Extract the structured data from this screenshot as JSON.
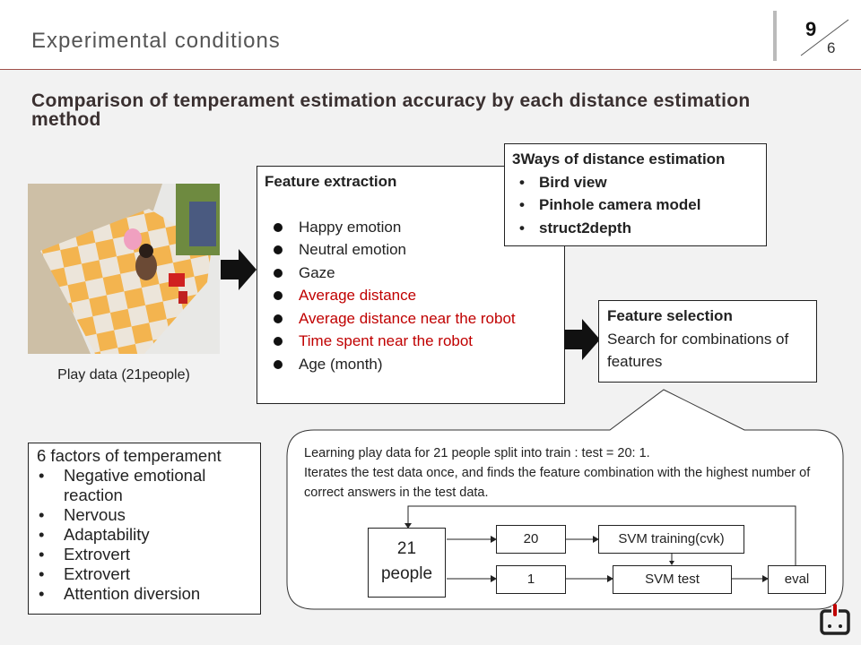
{
  "header": {
    "title": "Experimental conditions",
    "page": "9",
    "total": "6"
  },
  "subtitle": "Comparison of temperament estimation accuracy by each distance estimation method",
  "photo": {
    "caption": "Play data (21people)"
  },
  "feature_extraction": {
    "heading": "Feature extraction",
    "items": [
      {
        "label": "Happy emotion",
        "highlight": false
      },
      {
        "label": "Neutral emotion",
        "highlight": false
      },
      {
        "label": "Gaze",
        "highlight": false
      },
      {
        "label": "Average distance",
        "highlight": true
      },
      {
        "label": "Average distance near the robot",
        "highlight": true
      },
      {
        "label": "Time spent near the robot",
        "highlight": true
      },
      {
        "label": "Age (month)",
        "highlight": false
      }
    ]
  },
  "distance_methods": {
    "heading": "3Ways of distance estimation",
    "items": [
      "Bird view",
      "Pinhole camera model",
      "struct2depth"
    ]
  },
  "feature_selection": {
    "heading": "Feature selection",
    "text": "Search for combinations of features"
  },
  "factors": {
    "heading": "6 factors of temperament",
    "items": [
      "Negative emotional reaction",
      "Nervous",
      "Adaptability",
      "Extrovert",
      "Extrovert",
      "Attention diversion"
    ]
  },
  "callout": {
    "text1": "Learning play data for 21 people split into train : test = 20: 1.",
    "text2": "Iterates the test data once, and finds the feature combination with the highest number of correct answers in the test data.",
    "diagram": {
      "people": "21",
      "people_label": "people",
      "train": "20",
      "test": "1",
      "svm_train": "SVM training(cvk)",
      "svm_test": "SVM test",
      "eval": "eval"
    }
  },
  "colors": {
    "highlight": "#c00000",
    "rule": "#a0504a"
  }
}
